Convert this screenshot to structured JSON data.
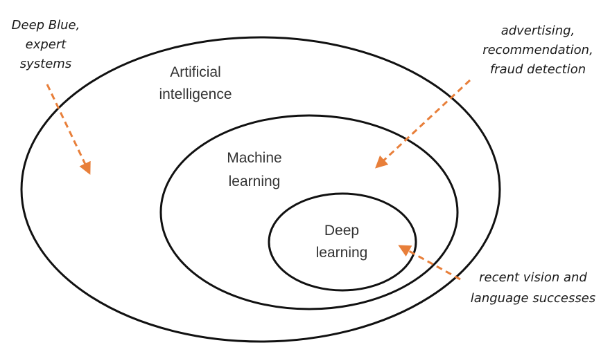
{
  "sets": {
    "ai": {
      "line1": "Artificial",
      "line2": "intelligence"
    },
    "ml": {
      "line1": "Machine",
      "line2": "learning"
    },
    "dl": {
      "line1": "Deep",
      "line2": "learning"
    }
  },
  "notes": {
    "ai_examples": {
      "line1": "Deep Blue,",
      "line2": "expert",
      "line3": "systems"
    },
    "ml_examples": {
      "line1": "advertising,",
      "line2": "recommendation,",
      "line3": "fraud detection"
    },
    "dl_examples": {
      "line1": "recent vision and",
      "line2": "language successes"
    }
  },
  "colors": {
    "arrow": "#E87F3A",
    "outline": "#111111",
    "set_text": "#333333"
  }
}
